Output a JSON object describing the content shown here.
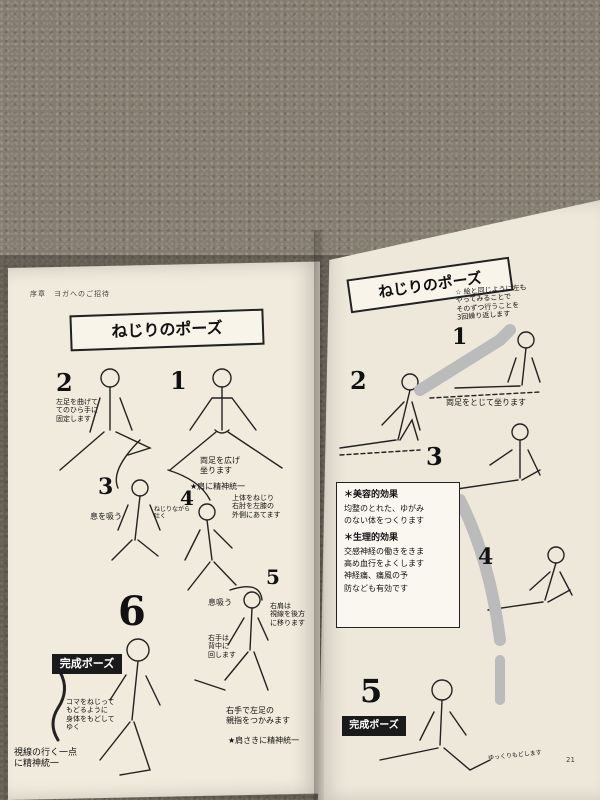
{
  "left_page": {
    "running_head": "序章　ヨガへのご招待",
    "banner": "ねじりのポーズ",
    "step1": "1",
    "step1_note": "両足を広げ\n坐ります",
    "step2": "2",
    "step2_note": "左足を曲げて\nてのひら手に\n固定します",
    "step3": "3",
    "step3_note": "息を吸う",
    "step4": "4",
    "step4_note": "上体をねじり\n右肘を左膝の\n外側にあてます",
    "step4_side": "ねじりながら\n吐く",
    "focus1": "★肩に精神統一",
    "step5": "5",
    "step5_breath": "息吸う",
    "step5_hand": "右手は\n背中に\n回します",
    "step5_note": "右手で左足の\n親指をつかみます",
    "step5_side": "右肩は\n視線を後方\nに移ります",
    "focus2": "★肩さきに精神統一",
    "step6": "6",
    "complete": "完成ポーズ",
    "rope_note": "コマをねじって\nもどるように\n身体をもどして\nゆく",
    "gaze": "視線の行く一点\nに精神統一"
  },
  "right_page": {
    "banner": "ねじりのポーズ",
    "star_note": "☆ 絵と同じように左も\nやってみることで\nそのずつ行うことを\n3回繰り返します",
    "step1": "1",
    "step1_note": "両足をとじて坐ります",
    "step2": "2",
    "step3": "3",
    "step4": "4",
    "step5": "5",
    "complete": "完成ポーズ",
    "effects_1": "＊美容的効果",
    "effects_1_body": "均整のとれた、ゆがみ\nのない体をつくります",
    "effects_2": "＊生理的効果",
    "effects_2_body": "交感神経の働きをきま\n高め血行をよくします\n神経痛、痛風の予\n防なども有効です",
    "bottom_note": "ゆっくりもどします",
    "page_number": "21"
  }
}
